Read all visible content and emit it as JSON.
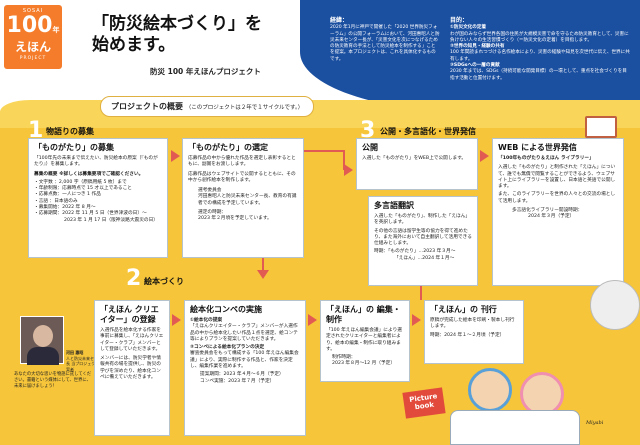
{
  "header": {
    "logo": {
      "top": "SOSAI",
      "num": "100",
      "nen": "年",
      "ehon": "えほん",
      "bottom": "PROJECT"
    },
    "title_line1": "「防災絵本づくり」を",
    "title_line2": "始めます。",
    "subtitle": "防災 100 年えほんプロジェクト"
  },
  "background": {
    "title": "経緯：",
    "text": "2020 年1月に神戸で開催した「2020 世界防災フォーラム」の公開フォーラムにおいて、河田惠昭人と防災未来センター長が、「災害文化を次につなげるための防災教育の手法として防災絵本を制作する」ことを提案。本プロジェクトは、これを具体化するものです。"
  },
  "purpose": {
    "title": "目的：",
    "items": [
      "①防災文化の定着",
      "わが国のみならず世界各国の住民が大規模災害で命を守るため防災教育として、災害に負けない人々の生活習慣づくり（＝防災文化の定着）を目指します。",
      "②世界の知見・経験の共有",
      "100 年間読まれつづける名作絵本により、災害の経験や知見を次世代に伝え、世界に共有します。",
      "③SDGsへの一層の貢献",
      "2030 年までは、SDGs（持続可能な開発目標）の一環として、重点を社会づくりを目指す活動と位置付けます。"
    ]
  },
  "overview": {
    "title": "プロジェクトの概要",
    "note": "（このプロジェクトは２年で１サイクルです。）"
  },
  "sections": {
    "s1": {
      "num": "1",
      "title": "物語りの募集"
    },
    "s2": {
      "num": "2",
      "title": "絵本づくり"
    },
    "s3": {
      "num": "3",
      "title": "公開・多言語化・世界発信"
    }
  },
  "cards": {
    "c1": {
      "title": "「ものがたり」の募集",
      "body": "「100年先の未来まで伝えたい、防災絵本の原案（『ものがたり』）を募集します。",
      "detail": "募集の概要 ※詳しくは募集要項でご確認ください。",
      "rows": [
        "・文字数 ：2,000 字（原稿用紙 5 枚）まで",
        "・年齢制限：応募時点で 15 才以上であること",
        "・応募点数：一人につき 1 作品",
        "・言語 ：日本語のみ",
        "・募集開始：2022 年 8 月〜",
        "・応募期間：2022 年 11 月 5 日（世界津波の日）〜",
        "2023 年 1 月 17 日（阪神淡路大震災の日）"
      ]
    },
    "c2": {
      "title": "「ものがたり」の選定",
      "body": "応募作品の中から優れた作品を選定し表彰するとともに、副賞をお渡しします。",
      "body2": "応募作品はウェブサイトで公開するとともに、その中から創作絵本を制作します。",
      "jury": "選考委員会",
      "jury_text": "河田惠昭人と防災未来センター長、教育の有識者での構成を予定しています。",
      "date": "選定の時期：",
      "date_text": "2023 年２月頃を予定しています。"
    },
    "c3": {
      "title": "「えほん クリエイター」の登録",
      "body": "入選作品を絵本化する作家を事前に募集し、「えほんクリエイター・クラブ」メンバーとして登録していただきます。",
      "body2": "メンバーには、防災学者や情報共有の場を提供し、防災の学びを深めたり、絵本化コンペに備えていただきます。"
    },
    "c4": {
      "title": "絵本化コンペの実施",
      "items": [
        "①絵本化の提案",
        "「えほんクリエイター・クラブ」メンバーが入選作品の中から絵本化したい作品１点を選定、絵コンテ等によりプランを提案していただきます。",
        "②コンペによる絵本化プランの決定",
        "審査委員会をもって構成する「100 年えほん編集会議」により、実際に制作する作品と、作家を決定し、編集作業を進めます。",
        "提案期間：2023 年４月〜６月（予定）",
        "コンペ実施：2023 年７月（予定）"
      ]
    },
    "c5": {
      "title": "「えほん」の 編集・制作",
      "body": "「100 年えほん編集会議」により選定されたクリエイターと編集者により、絵本の編集・制作に取り組みます。",
      "date": "制作時期：",
      "date_text": "2023 年８月〜12 月（予定）"
    },
    "c6": {
      "title": "「えほん」の 刊行",
      "body": "原稿が完成した絵本を印刷・製本し刊行します。",
      "date": "時期：2024 年１〜２月頃（予定）"
    },
    "c7": {
      "title": "公開",
      "body": "入選した「ものがたり」をWEB上で公開します。"
    },
    "c8": {
      "title": "多言語翻訳",
      "body": "入選した「ものがたり」、制作した「えほん」を英訳します。",
      "body2": "その他の言語は留学生等の協力を得て進めたり、また海外において自主翻訳して活用できる仕組みとします。",
      "date": "時期：「ものがたり」…2023 年３月〜",
      "date2": "「えほん」…2024 年１月〜"
    },
    "c9": {
      "title": "WEB による世界発信",
      "body": "「100年ものがたり＆えほん ライブラリー」",
      "body2": "入選した「ものがたり」と制作された「えほん」について、誰でも無償で閲覧することができるよう、ウェブサイト上にライブラリーを設置し、日本語と英語で公開します。",
      "body3": "また、このライブラリーを世界の人々との交流の場として活用します。",
      "date": "多言語化ライブラリー開設時期：",
      "date_text": "2024 年３月（予定）"
    }
  },
  "portrait": {
    "name": "河田 惠昭",
    "role": "人と防災未来センター 長 当プロジェクトの発案者",
    "caption": "あなたの大切な思いを物語に託してください。書籍という媒体にして、世界に、未来に届けましょう！"
  },
  "picture_book": "Picture book",
  "signature": "Miyabi"
}
